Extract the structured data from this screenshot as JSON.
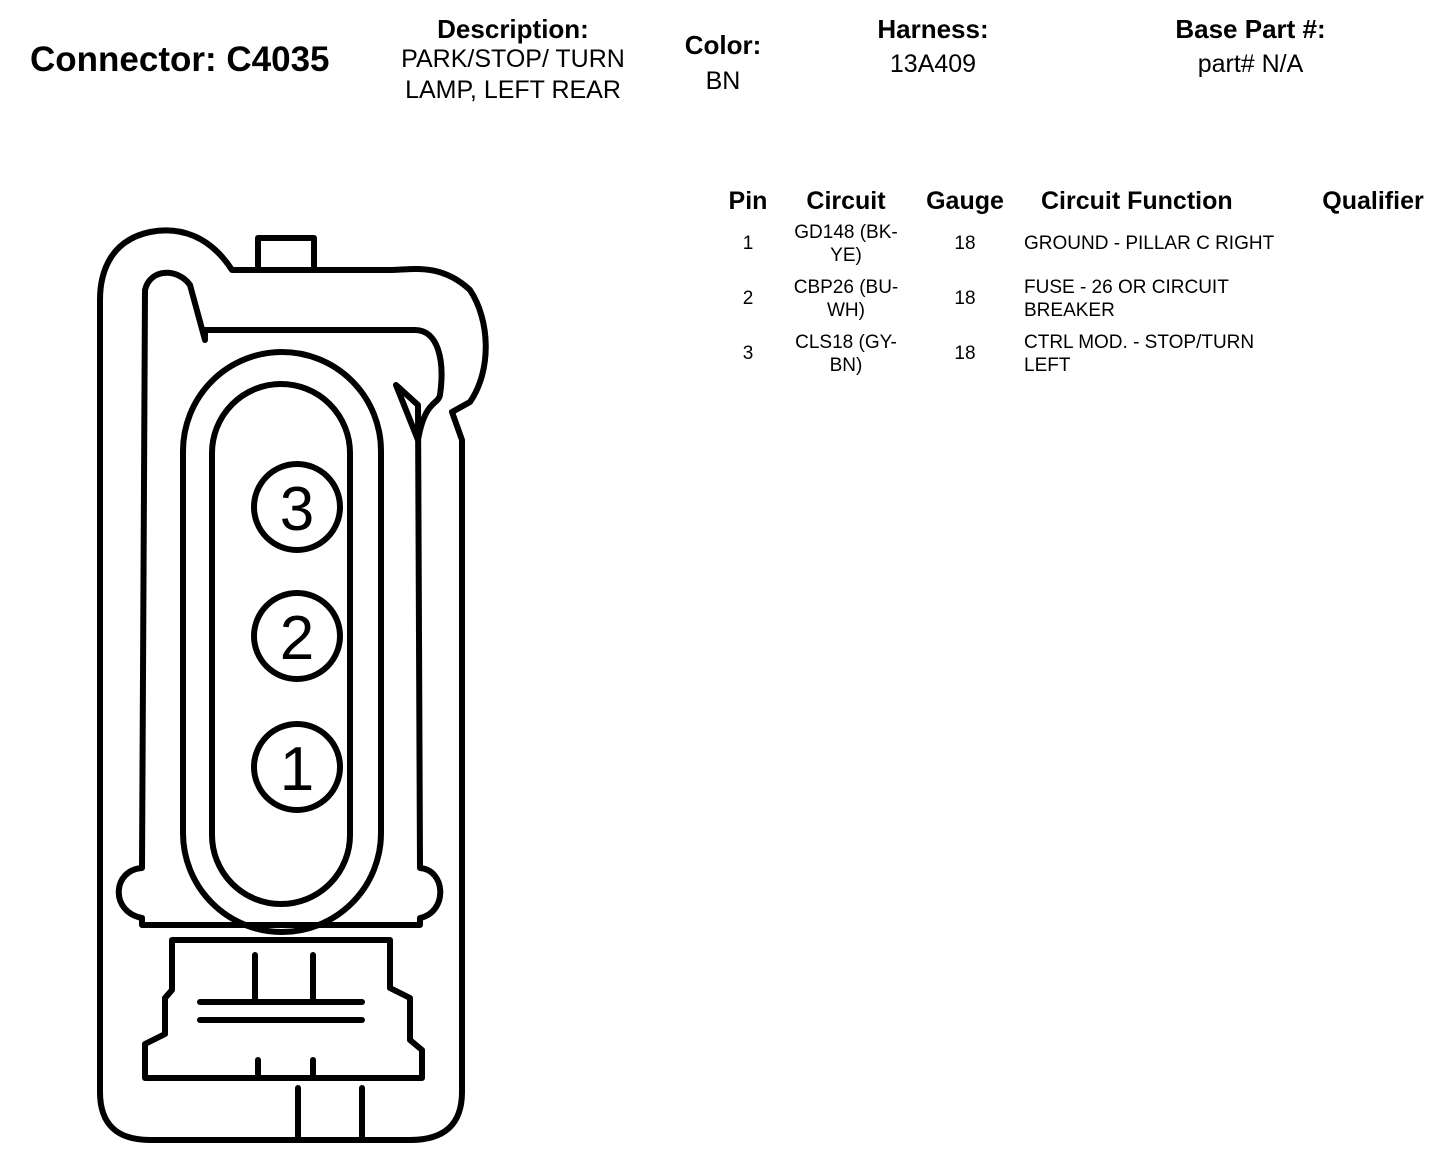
{
  "header": {
    "title": "Connector: C4035",
    "description_label": "Description:",
    "description_line1": "PARK/STOP/ TURN",
    "description_line2": "LAMP, LEFT REAR",
    "color_label": "Color:",
    "color_value": "BN",
    "harness_label": "Harness:",
    "harness_value": "13A409",
    "base_part_label": "Base Part #:",
    "base_part_value": "part# N/A"
  },
  "table": {
    "columns": [
      "Pin",
      "Circuit",
      "Gauge",
      "Circuit Function",
      "Qualifier"
    ],
    "rows": [
      {
        "pin": "1",
        "circuit": "GD148 (BK-YE)",
        "gauge": "18",
        "function": "GROUND - PILLAR C RIGHT",
        "qualifier": ""
      },
      {
        "pin": "2",
        "circuit": "CBP26 (BU-WH)",
        "gauge": "18",
        "function": "FUSE - 26 OR CIRCUIT BREAKER",
        "qualifier": ""
      },
      {
        "pin": "3",
        "circuit": "CLS18 (GY-BN)",
        "gauge": "18",
        "function": "CTRL MOD. - STOP/TURN LEFT",
        "qualifier": ""
      }
    ]
  },
  "diagram": {
    "pins": [
      "3",
      "2",
      "1"
    ]
  }
}
